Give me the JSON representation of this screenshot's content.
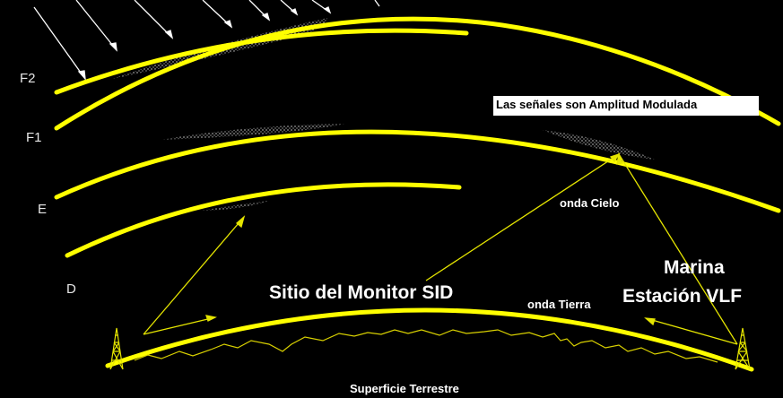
{
  "layers": {
    "f2": "F2",
    "f1": "F1",
    "e": "E",
    "d": "D"
  },
  "labels": {
    "am_note": "Las señales son Amplitud Modulada",
    "sky_wave": "onda Cielo",
    "ground_wave": "onda Tierra",
    "sid_site": "Sitio del Monitor SID",
    "vlf_line1": "Marina",
    "vlf_line2": "Estación VLF",
    "earth_surface": "Superficie Terrestre"
  },
  "colors": {
    "background": "#000000",
    "layer_curve": "#ffff00",
    "wave_paths": "#e5e500",
    "terrain": "#d8d000",
    "sun_rays": "#ffffff",
    "text": "#ffffff",
    "note_box": "#ffffff"
  },
  "icons": {
    "transmitter_left": "radio-tower-icon",
    "transmitter_right": "radio-tower-icon"
  }
}
